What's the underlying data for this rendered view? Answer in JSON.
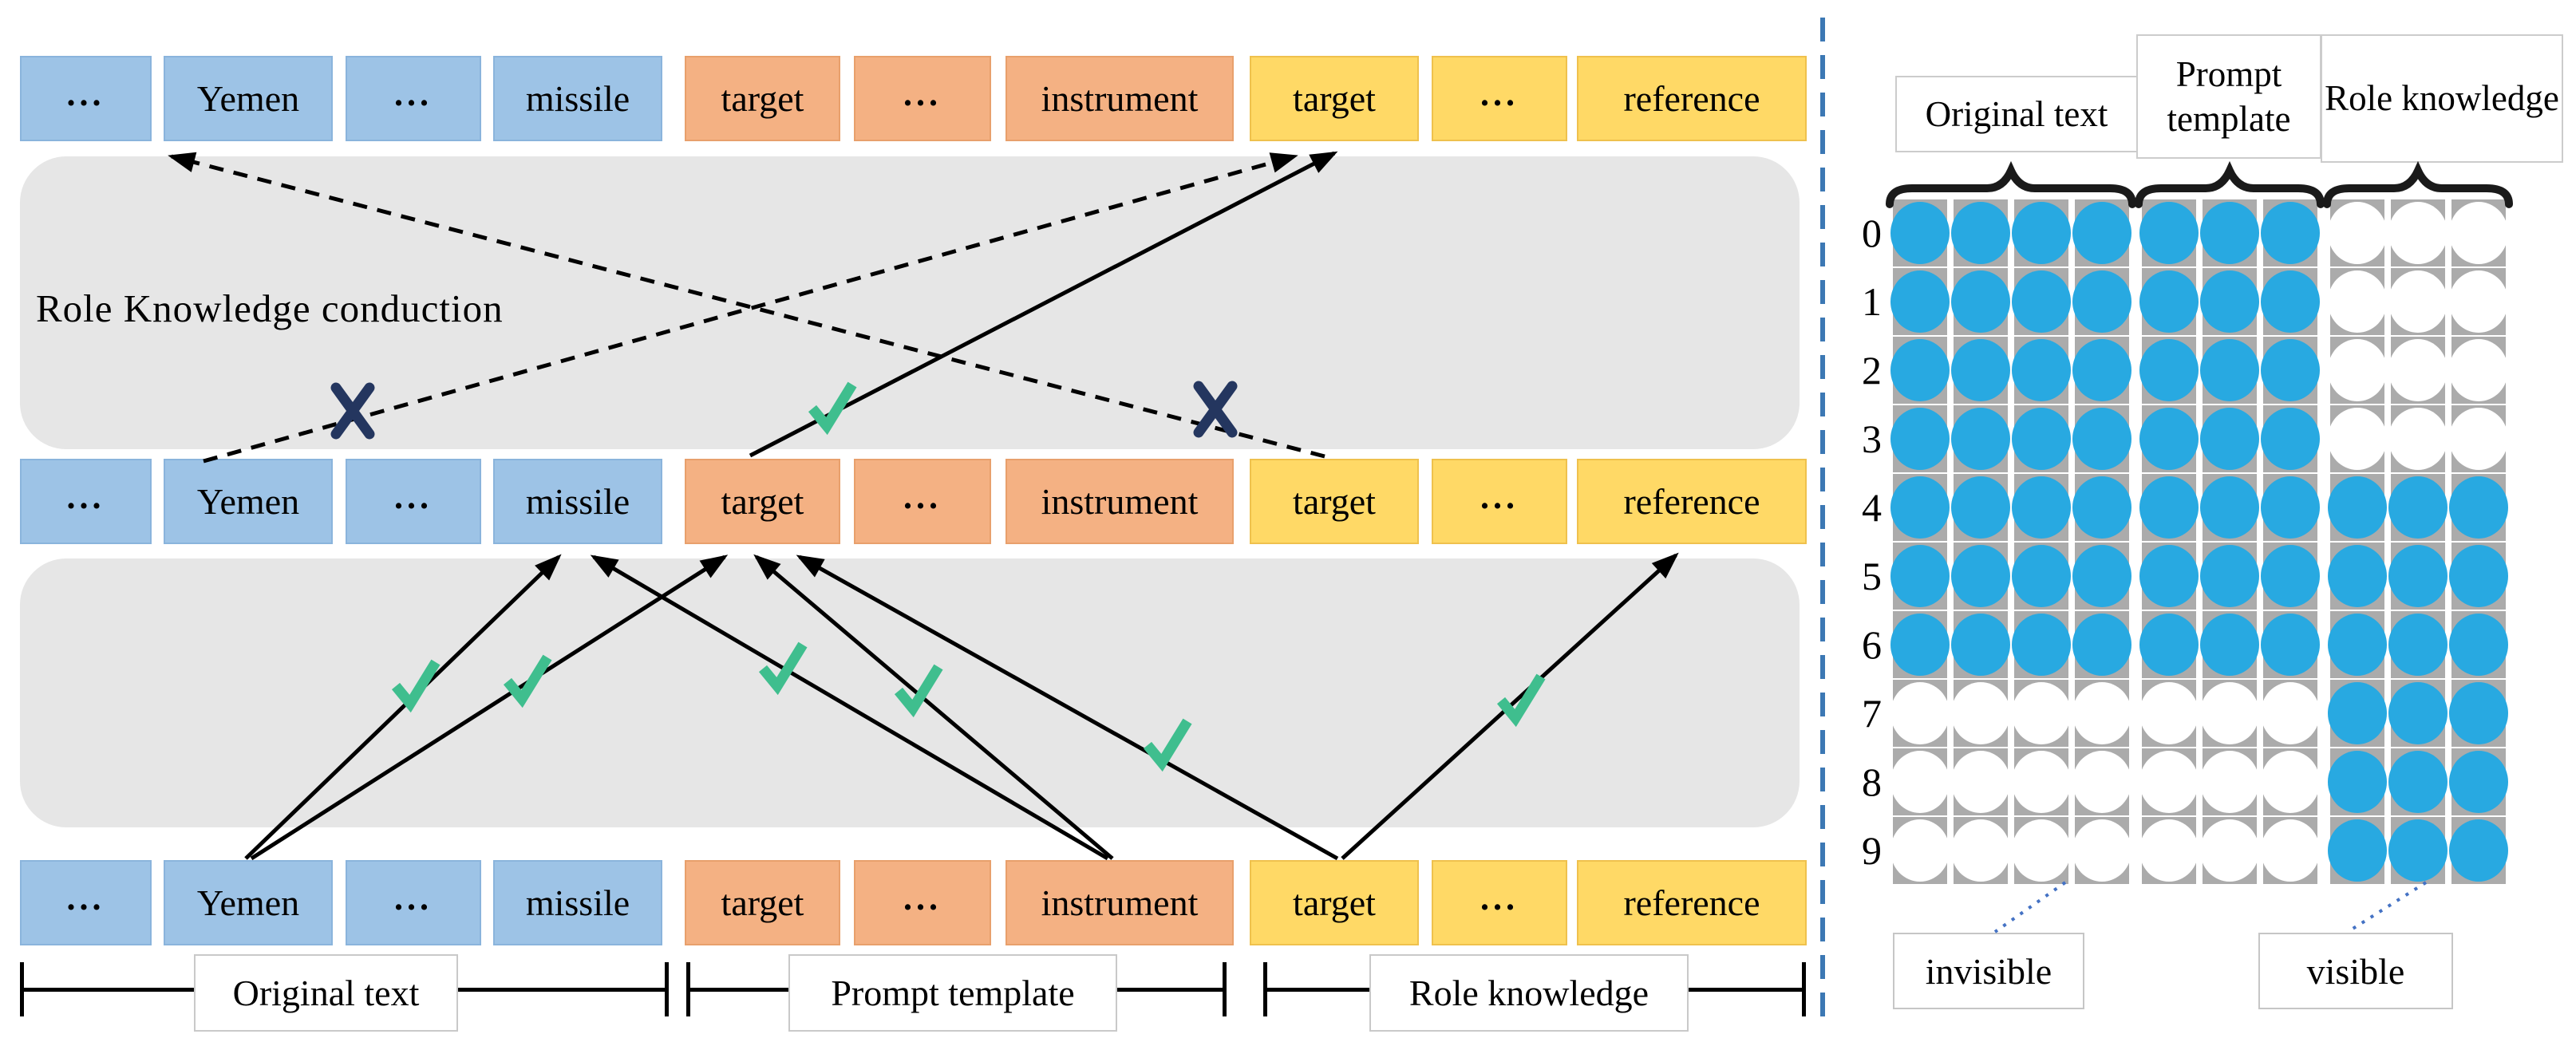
{
  "left": {
    "conduction_label": "Role Knowledge conduction",
    "tokens": [
      {
        "text": "...",
        "type": "original"
      },
      {
        "text": "Yemen",
        "type": "original"
      },
      {
        "text": "...",
        "type": "original"
      },
      {
        "text": "missile",
        "type": "original"
      },
      {
        "text": "target",
        "type": "prompt"
      },
      {
        "text": "...",
        "type": "prompt"
      },
      {
        "text": "instrument",
        "type": "prompt"
      },
      {
        "text": "target",
        "type": "role"
      },
      {
        "text": "...",
        "type": "role"
      },
      {
        "text": "reference",
        "type": "role"
      }
    ],
    "group_labels": [
      "Original text",
      "Prompt template",
      "Role knowledge"
    ],
    "marks": {
      "allowed": "check-icon",
      "blocked": "cross-icon"
    }
  },
  "right": {
    "col_headers": [
      "Original text",
      "Prompt template",
      "Role knowledge"
    ],
    "row_labels": [
      "0",
      "1",
      "2",
      "3",
      "4",
      "5",
      "6",
      "7",
      "8",
      "9"
    ],
    "group_sizes": [
      4,
      3,
      3
    ],
    "matrix": [
      [
        1,
        1,
        1,
        1,
        1,
        1,
        1,
        0,
        0,
        0
      ],
      [
        1,
        1,
        1,
        1,
        1,
        1,
        1,
        0,
        0,
        0
      ],
      [
        1,
        1,
        1,
        1,
        1,
        1,
        1,
        0,
        0,
        0
      ],
      [
        1,
        1,
        1,
        1,
        1,
        1,
        1,
        0,
        0,
        0
      ],
      [
        1,
        1,
        1,
        1,
        1,
        1,
        1,
        1,
        1,
        1
      ],
      [
        1,
        1,
        1,
        1,
        1,
        1,
        1,
        1,
        1,
        1
      ],
      [
        1,
        1,
        1,
        1,
        1,
        1,
        1,
        1,
        1,
        1
      ],
      [
        0,
        0,
        0,
        0,
        0,
        0,
        0,
        1,
        1,
        1
      ],
      [
        0,
        0,
        0,
        0,
        0,
        0,
        0,
        1,
        1,
        1
      ],
      [
        0,
        0,
        0,
        0,
        0,
        0,
        0,
        1,
        1,
        1
      ]
    ],
    "legend": {
      "invisible": "invisible",
      "visible": "visible"
    }
  },
  "colors": {
    "token_blue": "#9DC3E6",
    "token_orange": "#F4B183",
    "token_yellow": "#FFD966",
    "gray_box": "#E6E6E6",
    "cell_gray": "#ABABAB",
    "dot_blue": "#28A9E1",
    "check_green": "#3FBE8E",
    "cross_navy": "#24365F",
    "divider_blue": "#3C78B4"
  }
}
